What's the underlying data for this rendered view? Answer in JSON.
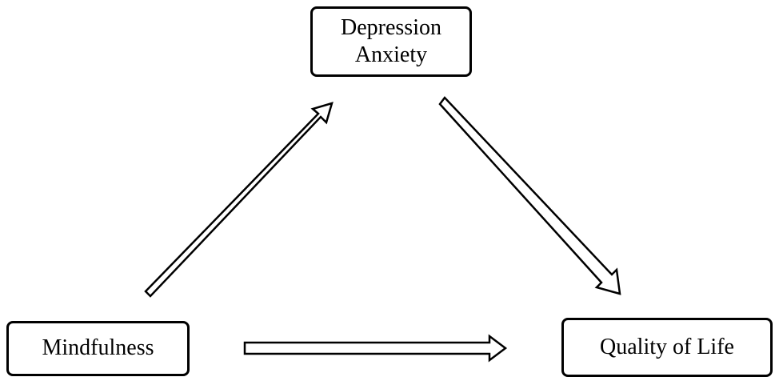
{
  "nodes": {
    "mediator": {
      "line1": "Depression",
      "line2": "Anxiety"
    },
    "predictor": {
      "label": "Mindfulness"
    },
    "outcome": {
      "label": "Quality of Life"
    }
  },
  "edges": [
    {
      "from": "Mindfulness",
      "to": "Depression Anxiety"
    },
    {
      "from": "Depression Anxiety",
      "to": "Quality of Life"
    },
    {
      "from": "Mindfulness",
      "to": "Quality of Life"
    }
  ],
  "colors": {
    "stroke": "#000000",
    "fill": "#ffffff"
  }
}
